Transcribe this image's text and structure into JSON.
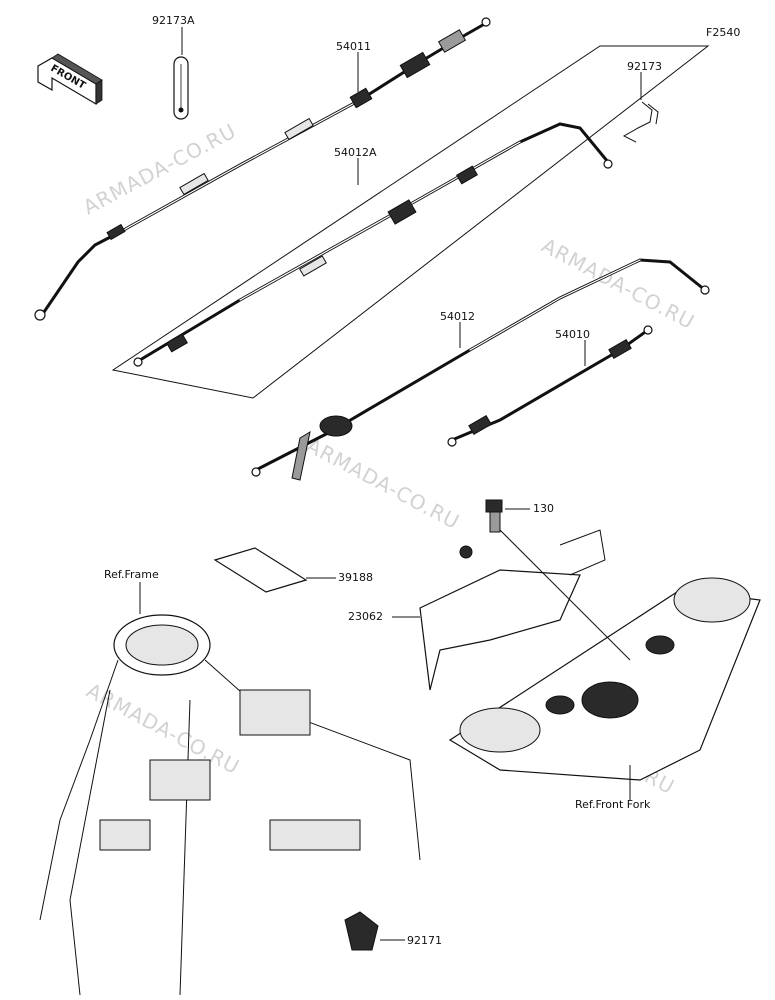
{
  "figure_code": "F2540",
  "front_badge": "FRONT",
  "watermark": "ARMADA-CO.RU",
  "labels": {
    "p92173A": "92173A",
    "p54011": "54011",
    "p54012A": "54012A",
    "p92173": "92173",
    "p54012": "54012",
    "p54010": "54010",
    "p130": "130",
    "p39188": "39188",
    "p23062": "23062",
    "p92171": "92171",
    "ref_frame": "Ref.Frame",
    "ref_front_fork": "Ref.Front Fork"
  },
  "colors": {
    "line": "#111111",
    "watermark": "#d2d2d2",
    "background": "#ffffff"
  }
}
